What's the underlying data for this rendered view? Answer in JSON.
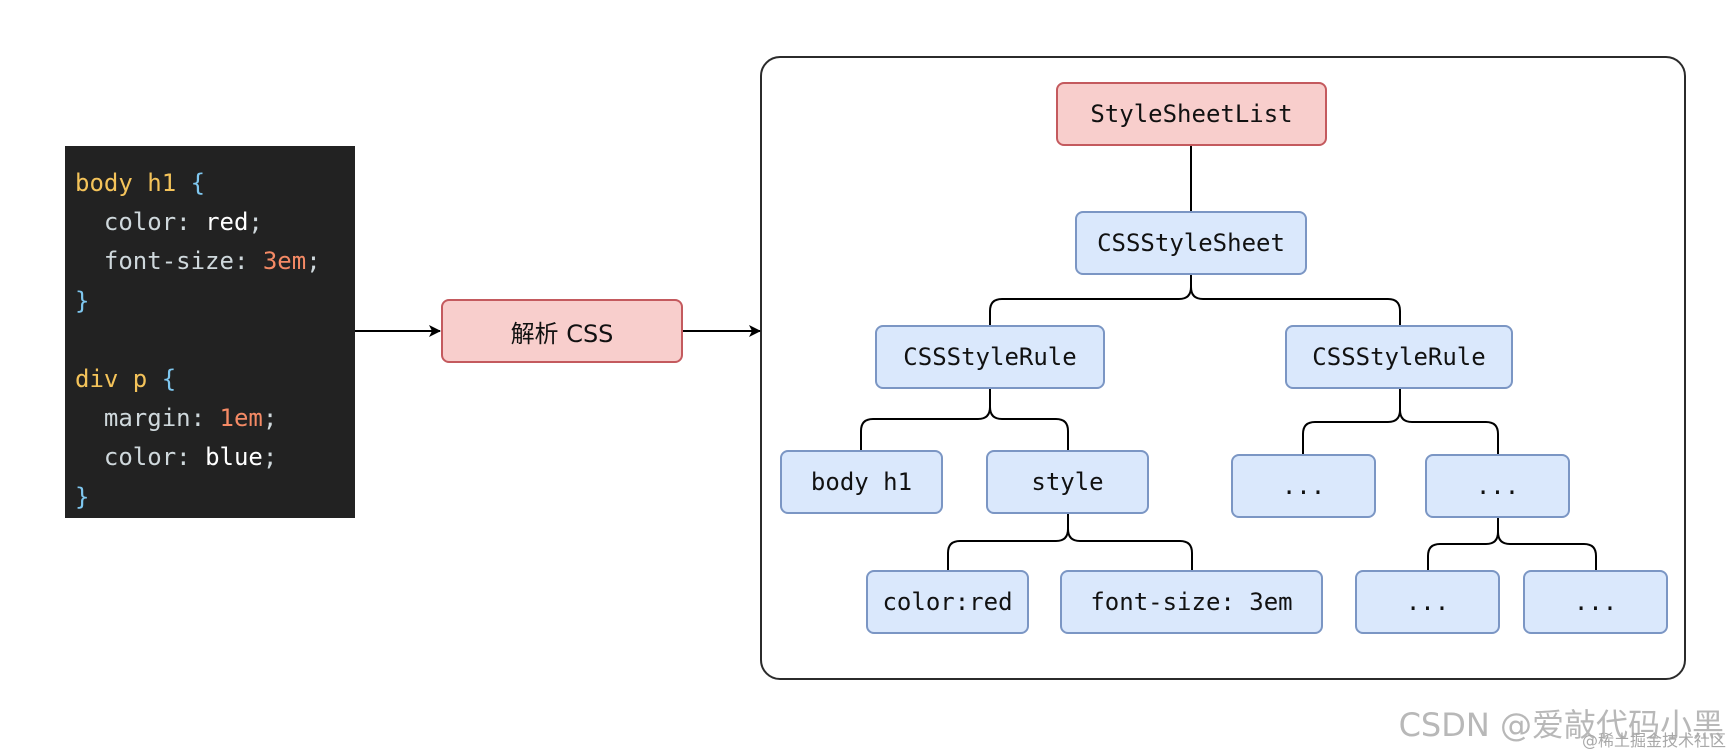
{
  "code": {
    "rule1": {
      "selector": "body h1",
      "open": "{",
      "decl1": {
        "prop": "color",
        "colon": ": ",
        "value": "red",
        "semi": ";"
      },
      "decl2": {
        "prop": "font-size",
        "colon": ": ",
        "num": "3em",
        "semi": ";"
      },
      "close": "}"
    },
    "rule2": {
      "selector": "div p",
      "open": "{",
      "decl1": {
        "prop": "margin",
        "colon": ": ",
        "num": "1em",
        "semi": ";"
      },
      "decl2": {
        "prop": "color",
        "colon": ": ",
        "value": "blue",
        "semi": ";"
      },
      "close": "}"
    }
  },
  "parse_box": {
    "label": "解析 CSS"
  },
  "tree": {
    "root": "StyleSheetList",
    "sheet": "CSSStyleSheet",
    "rule_left": "CSSStyleRule",
    "rule_right": "CSSStyleRule",
    "selector_text": "body h1",
    "style": "style",
    "decl_color": "color:red",
    "decl_font_size": "font-size: 3em",
    "ellipsis_1": "...",
    "ellipsis_2": "...",
    "ellipsis_3": "...",
    "ellipsis_4": "..."
  },
  "watermark": {
    "main": "CSDN @爱敲代码小黑",
    "sub": "@稀土掘金技术社区"
  },
  "colors": {
    "code_bg": "#222222",
    "selector": "#f4c35a",
    "brace": "#7fc7ef",
    "property": "#cfd8dc",
    "number": "#f58a65",
    "node_blue_fill": "#dae8fc",
    "node_blue_border": "#7b96c4",
    "node_red_fill": "#f8cecc",
    "node_red_border": "#c45a5e"
  }
}
